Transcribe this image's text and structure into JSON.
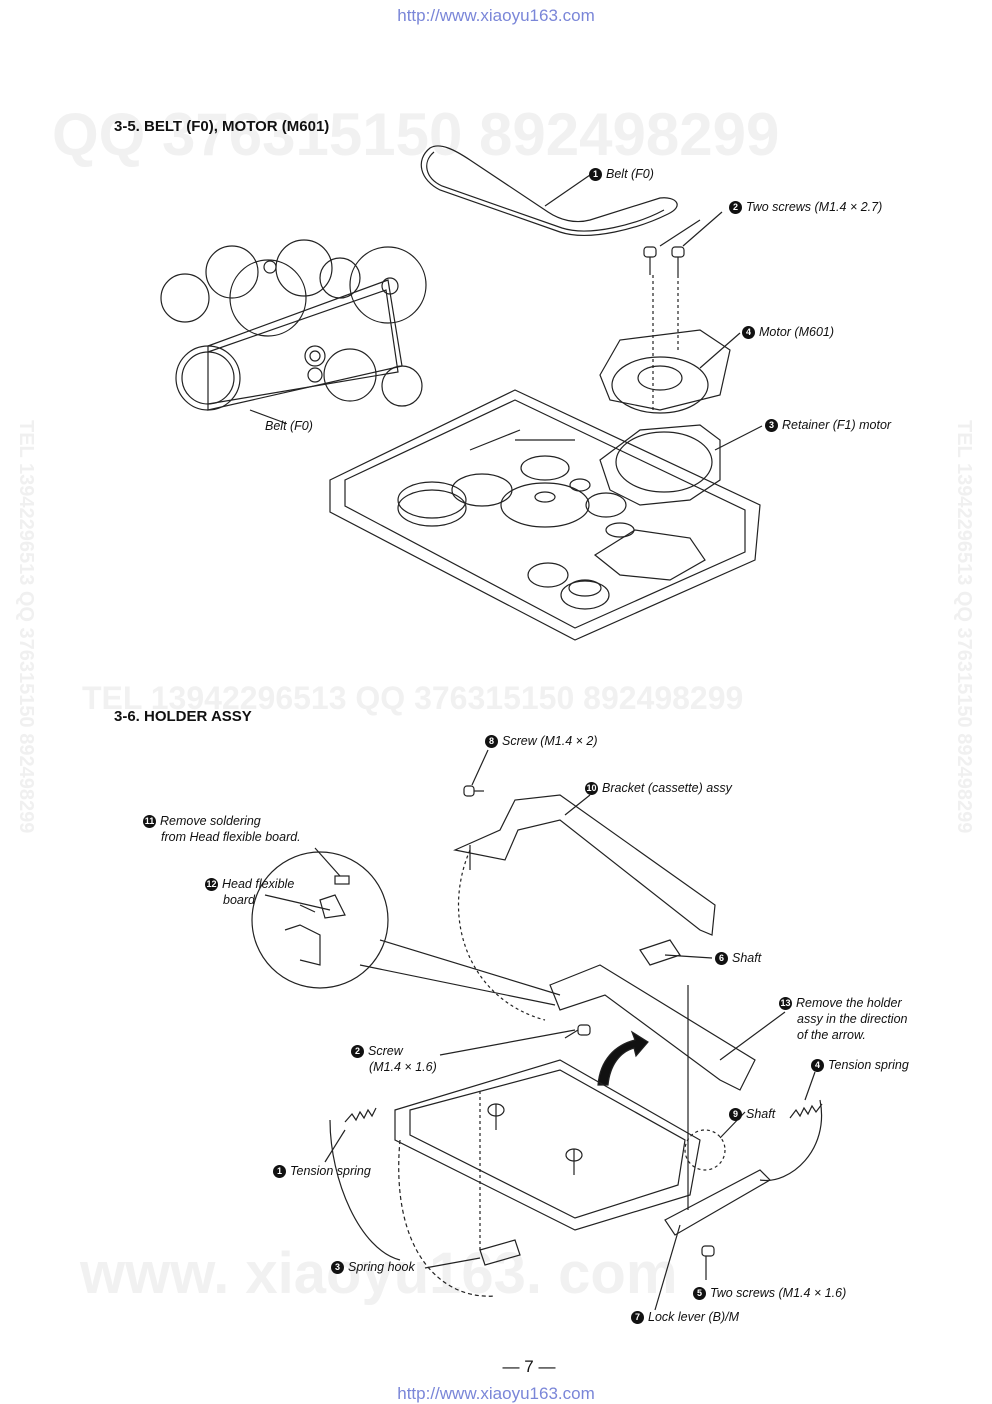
{
  "header_url": "http://www.xiaoyu163.com",
  "footer_url": "http://www.xiaoyu163.com",
  "watermarks": {
    "top": "QQ 376315150   892498299",
    "middle": "TEL 13942296513     QQ 376315150  892498299",
    "bottom": "www. xiaoyu163. com",
    "side_left": "TEL 13942296513  QQ 376315150  892498299",
    "side_right": "TEL 13942296513  QQ 376315150  892498299"
  },
  "section_35": {
    "title": "3-5. BELT (F0), MOTOR (M601)",
    "callouts": [
      {
        "n": "1",
        "text": "Belt (F0)"
      },
      {
        "n": "2",
        "text": "Two screws (M1.4 × 2.7)"
      },
      {
        "n": "4",
        "text": "Motor (M601)"
      },
      {
        "n": "3",
        "text": "Retainer (F1) motor"
      }
    ],
    "belt_label": "Belt (F0)"
  },
  "section_36": {
    "title": "3-6. HOLDER ASSY",
    "callouts": [
      {
        "n": "8",
        "text": "Screw (M1.4 × 2)"
      },
      {
        "n": "10",
        "text": "Bracket (cassette) assy"
      },
      {
        "n": "11",
        "line1": "Remove soldering",
        "line2": "from Head flexible board."
      },
      {
        "n": "12",
        "line1": "Head flexible",
        "line2": "board"
      },
      {
        "n": "6",
        "text": "Shaft"
      },
      {
        "n": "13",
        "line1": "Remove the holder",
        "line2": "assy in the direction",
        "line3": "of the arrow."
      },
      {
        "n": "2",
        "line1": "Screw",
        "line2": "(M1.4 × 1.6)"
      },
      {
        "n": "4",
        "text": "Tension spring"
      },
      {
        "n": "9",
        "text": "Shaft"
      },
      {
        "n": "1",
        "text": "Tension spring"
      },
      {
        "n": "3",
        "text": "Spring hook"
      },
      {
        "n": "5",
        "text": "Two screws (M1.4 × 1.6)"
      },
      {
        "n": "7",
        "text": "Lock lever (B)/M"
      }
    ]
  },
  "page_number": "— 7 —"
}
